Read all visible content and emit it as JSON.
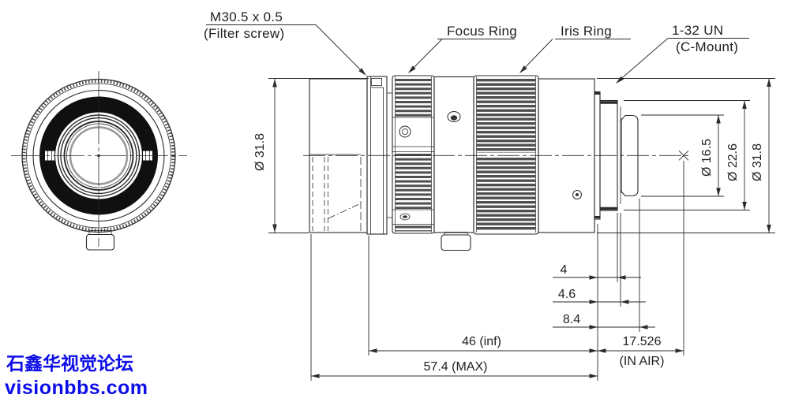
{
  "drawing": {
    "callouts": {
      "filter_screw_line1": "M30.5 x 0.5",
      "filter_screw_line2": "(Filter screw)",
      "focus_ring": "Focus Ring",
      "iris_ring": "Iris Ring",
      "c_mount_line1": "1-32 UN",
      "c_mount_line2": "(C-Mount)"
    },
    "dimensions": {
      "front_outer_diameter": "Ø 31.8",
      "rear_outer_diameter": "Ø 31.8",
      "mount_thread_diameter": "Ø 22.6",
      "rear_barrel_diameter": "Ø 16.5",
      "thread_length": "4",
      "thread_relief_length": "4.6",
      "rear_protrusion_length": "8.4",
      "flange_focal_distance": "17.526",
      "flange_focal_note": "(IN AIR)",
      "length_at_infinity": "46 (inf)",
      "max_length": "57.4 (MAX)"
    },
    "watermark": {
      "line1": "石鑫华视觉论坛",
      "line2": "visionbbs.com",
      "color": "#0d0de8"
    }
  }
}
